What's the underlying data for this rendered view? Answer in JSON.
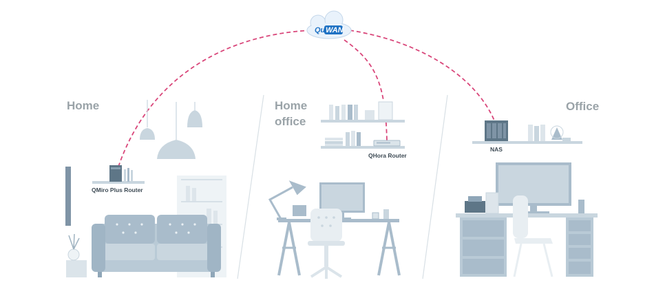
{
  "cloud": {
    "brand_q": "Qu",
    "brand_wan": "WAN",
    "icon": "cloud-icon"
  },
  "zones": {
    "home": {
      "label": "Home"
    },
    "home_office": {
      "line1": "Home",
      "line2": "office"
    },
    "office": {
      "label": "Office"
    }
  },
  "devices": {
    "qmiro": {
      "label": "QMiro Plus Router",
      "icon": "router-icon"
    },
    "qhora": {
      "label": "QHora Router",
      "icon": "router-icon"
    },
    "nas": {
      "label": "NAS",
      "icon": "nas-icon"
    }
  },
  "colors": {
    "link": "#d9467a",
    "furniture_light": "#c9d6df",
    "furniture_mid": "#a9bccb",
    "furniture_dark": "#8fa6b8",
    "label_gray": "#9aa3a8",
    "cloud_blue": "#1f72c4"
  }
}
